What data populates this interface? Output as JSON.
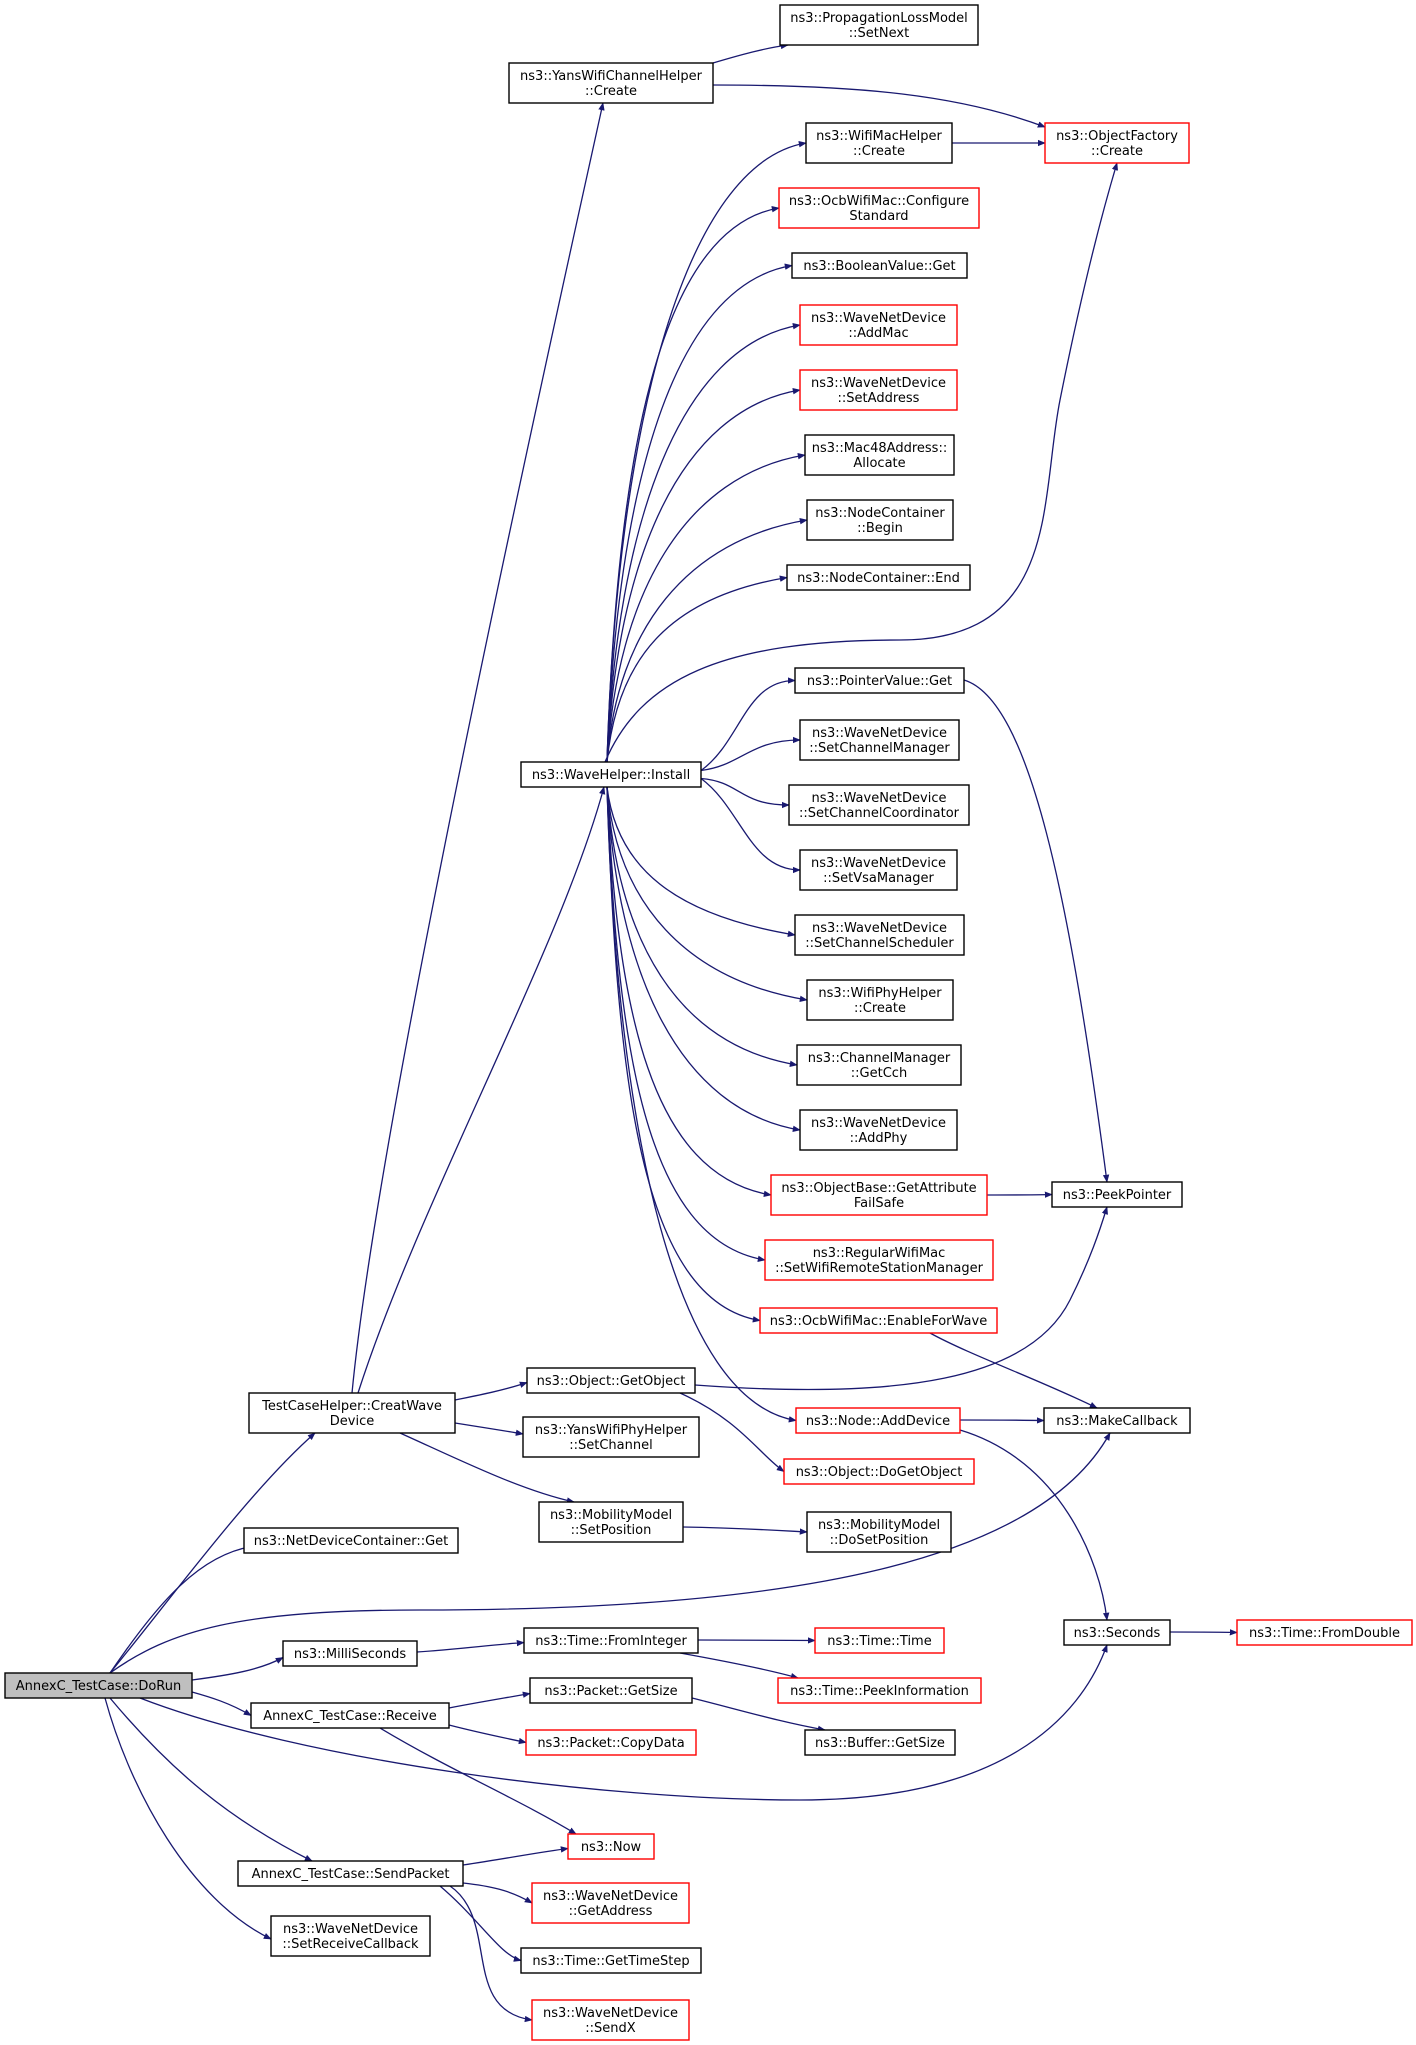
{
  "colors": {
    "edge": "#191970",
    "border_default": "#000000",
    "border_undocumented": "#ff0000",
    "root_fill": "#bfbfbf",
    "background": "#ffffff"
  },
  "nodes": [
    {
      "id": "doRun",
      "lines": [
        "AnnexC_TestCase::DoRun"
      ],
      "style": "root"
    },
    {
      "id": "creatWave",
      "lines": [
        "TestCaseHelper::CreatWave",
        "Device"
      ],
      "style": "default"
    },
    {
      "id": "ndcGet",
      "lines": [
        "ns3::NetDeviceContainer::Get"
      ],
      "style": "default"
    },
    {
      "id": "milli",
      "lines": [
        "ns3::MilliSeconds"
      ],
      "style": "default"
    },
    {
      "id": "receive",
      "lines": [
        "AnnexC_TestCase::Receive"
      ],
      "style": "default"
    },
    {
      "id": "sendPacket",
      "lines": [
        "AnnexC_TestCase::SendPacket"
      ],
      "style": "default"
    },
    {
      "id": "setRecvCb",
      "lines": [
        "ns3::WaveNetDevice",
        "::SetReceiveCallback"
      ],
      "style": "default"
    },
    {
      "id": "yansChCreate",
      "lines": [
        "ns3::YansWifiChannelHelper",
        "::Create"
      ],
      "style": "default"
    },
    {
      "id": "propSetNext",
      "lines": [
        "ns3::PropagationLossModel",
        "::SetNext"
      ],
      "style": "default"
    },
    {
      "id": "objFactoryCreate",
      "lines": [
        "ns3::ObjectFactory",
        "::Create"
      ],
      "style": "undocumented"
    },
    {
      "id": "waveInstall",
      "lines": [
        "ns3::WaveHelper::Install"
      ],
      "style": "default"
    },
    {
      "id": "wifiMacCreate",
      "lines": [
        "ns3::WifiMacHelper",
        "::Create"
      ],
      "style": "default"
    },
    {
      "id": "ocbConfigure",
      "lines": [
        "ns3::OcbWifiMac::Configure",
        "Standard"
      ],
      "style": "undocumented"
    },
    {
      "id": "boolGet",
      "lines": [
        "ns3::BooleanValue::Get"
      ],
      "style": "default"
    },
    {
      "id": "addMac",
      "lines": [
        "ns3::WaveNetDevice",
        "::AddMac"
      ],
      "style": "undocumented"
    },
    {
      "id": "setAddress",
      "lines": [
        "ns3::WaveNetDevice",
        "::SetAddress"
      ],
      "style": "undocumented"
    },
    {
      "id": "macAllocate",
      "lines": [
        "ns3::Mac48Address::",
        "Allocate"
      ],
      "style": "default"
    },
    {
      "id": "ncBegin",
      "lines": [
        "ns3::NodeContainer",
        "::Begin"
      ],
      "style": "default"
    },
    {
      "id": "ncEnd",
      "lines": [
        "ns3::NodeContainer::End"
      ],
      "style": "default"
    },
    {
      "id": "pointerGet",
      "lines": [
        "ns3::PointerValue::Get"
      ],
      "style": "default"
    },
    {
      "id": "setChMgr",
      "lines": [
        "ns3::WaveNetDevice",
        "::SetChannelManager"
      ],
      "style": "default"
    },
    {
      "id": "setChCoord",
      "lines": [
        "ns3::WaveNetDevice",
        "::SetChannelCoordinator"
      ],
      "style": "default"
    },
    {
      "id": "setVsa",
      "lines": [
        "ns3::WaveNetDevice",
        "::SetVsaManager"
      ],
      "style": "default"
    },
    {
      "id": "setChSched",
      "lines": [
        "ns3::WaveNetDevice",
        "::SetChannelScheduler"
      ],
      "style": "default"
    },
    {
      "id": "wifiPhyCreate",
      "lines": [
        "ns3::WifiPhyHelper",
        "::Create"
      ],
      "style": "default"
    },
    {
      "id": "getCch",
      "lines": [
        "ns3::ChannelManager",
        "::GetCch"
      ],
      "style": "default"
    },
    {
      "id": "addPhy",
      "lines": [
        "ns3::WaveNetDevice",
        "::AddPhy"
      ],
      "style": "default"
    },
    {
      "id": "getAttrFailSafe",
      "lines": [
        "ns3::ObjectBase::GetAttribute",
        "FailSafe"
      ],
      "style": "undocumented"
    },
    {
      "id": "setRemoteMgr",
      "lines": [
        "ns3::RegularWifiMac",
        "::SetWifiRemoteStationManager"
      ],
      "style": "undocumented"
    },
    {
      "id": "enableForWave",
      "lines": [
        "ns3::OcbWifiMac::EnableForWave"
      ],
      "style": "undocumented"
    },
    {
      "id": "peekPointer",
      "lines": [
        "ns3::PeekPointer"
      ],
      "style": "default"
    },
    {
      "id": "getObject",
      "lines": [
        "ns3::Object::GetObject"
      ],
      "style": "default"
    },
    {
      "id": "yansPhySetCh",
      "lines": [
        "ns3::YansWifiPhyHelper",
        "::SetChannel"
      ],
      "style": "default"
    },
    {
      "id": "mobSetPos",
      "lines": [
        "ns3::MobilityModel",
        "::SetPosition"
      ],
      "style": "default"
    },
    {
      "id": "nodeAddDevice",
      "lines": [
        "ns3::Node::AddDevice"
      ],
      "style": "undocumented"
    },
    {
      "id": "makeCallback",
      "lines": [
        "ns3::MakeCallback"
      ],
      "style": "default"
    },
    {
      "id": "doGetObject",
      "lines": [
        "ns3::Object::DoGetObject"
      ],
      "style": "undocumented"
    },
    {
      "id": "mobDoSetPos",
      "lines": [
        "ns3::MobilityModel",
        "::DoSetPosition"
      ],
      "style": "default"
    },
    {
      "id": "seconds",
      "lines": [
        "ns3::Seconds"
      ],
      "style": "default"
    },
    {
      "id": "fromDouble",
      "lines": [
        "ns3::Time::FromDouble"
      ],
      "style": "undocumented"
    },
    {
      "id": "fromInteger",
      "lines": [
        "ns3::Time::FromInteger"
      ],
      "style": "default"
    },
    {
      "id": "timeTime",
      "lines": [
        "ns3::Time::Time"
      ],
      "style": "undocumented"
    },
    {
      "id": "peekInfo",
      "lines": [
        "ns3::Time::PeekInformation"
      ],
      "style": "undocumented"
    },
    {
      "id": "pktGetSize",
      "lines": [
        "ns3::Packet::GetSize"
      ],
      "style": "default"
    },
    {
      "id": "pktCopyData",
      "lines": [
        "ns3::Packet::CopyData"
      ],
      "style": "undocumented"
    },
    {
      "id": "bufGetSize",
      "lines": [
        "ns3::Buffer::GetSize"
      ],
      "style": "default"
    },
    {
      "id": "now",
      "lines": [
        "ns3::Now"
      ],
      "style": "undocumented"
    },
    {
      "id": "waveGetAddress",
      "lines": [
        "ns3::WaveNetDevice",
        "::GetAddress"
      ],
      "style": "undocumented"
    },
    {
      "id": "getTimeStep",
      "lines": [
        "ns3::Time::GetTimeStep"
      ],
      "style": "default"
    },
    {
      "id": "sendX",
      "lines": [
        "ns3::WaveNetDevice",
        "::SendX"
      ],
      "style": "undocumented"
    }
  ],
  "edges": [
    [
      "doRun",
      "creatWave"
    ],
    [
      "doRun",
      "ndcGet"
    ],
    [
      "doRun",
      "makeCallback"
    ],
    [
      "doRun",
      "milli"
    ],
    [
      "doRun",
      "receive"
    ],
    [
      "doRun",
      "seconds"
    ],
    [
      "doRun",
      "sendPacket"
    ],
    [
      "doRun",
      "setRecvCb"
    ],
    [
      "creatWave",
      "yansChCreate"
    ],
    [
      "creatWave",
      "waveInstall"
    ],
    [
      "creatWave",
      "getObject"
    ],
    [
      "creatWave",
      "yansPhySetCh"
    ],
    [
      "creatWave",
      "mobSetPos"
    ],
    [
      "yansChCreate",
      "propSetNext"
    ],
    [
      "yansChCreate",
      "objFactoryCreate"
    ],
    [
      "waveInstall",
      "wifiMacCreate"
    ],
    [
      "waveInstall",
      "ocbConfigure"
    ],
    [
      "waveInstall",
      "boolGet"
    ],
    [
      "waveInstall",
      "addMac"
    ],
    [
      "waveInstall",
      "setAddress"
    ],
    [
      "waveInstall",
      "macAllocate"
    ],
    [
      "waveInstall",
      "ncBegin"
    ],
    [
      "waveInstall",
      "ncEnd"
    ],
    [
      "waveInstall",
      "objFactoryCreate"
    ],
    [
      "waveInstall",
      "pointerGet"
    ],
    [
      "waveInstall",
      "setChMgr"
    ],
    [
      "waveInstall",
      "setChCoord"
    ],
    [
      "waveInstall",
      "setVsa"
    ],
    [
      "waveInstall",
      "setChSched"
    ],
    [
      "waveInstall",
      "wifiPhyCreate"
    ],
    [
      "waveInstall",
      "getCch"
    ],
    [
      "waveInstall",
      "addPhy"
    ],
    [
      "waveInstall",
      "getAttrFailSafe"
    ],
    [
      "waveInstall",
      "setRemoteMgr"
    ],
    [
      "waveInstall",
      "enableForWave"
    ],
    [
      "waveInstall",
      "nodeAddDevice"
    ],
    [
      "wifiMacCreate",
      "objFactoryCreate"
    ],
    [
      "pointerGet",
      "peekPointer"
    ],
    [
      "getAttrFailSafe",
      "peekPointer"
    ],
    [
      "enableForWave",
      "makeCallback"
    ],
    [
      "getObject",
      "peekPointer"
    ],
    [
      "getObject",
      "doGetObject"
    ],
    [
      "mobSetPos",
      "mobDoSetPos"
    ],
    [
      "nodeAddDevice",
      "makeCallback"
    ],
    [
      "nodeAddDevice",
      "seconds"
    ],
    [
      "seconds",
      "fromDouble"
    ],
    [
      "milli",
      "fromInteger"
    ],
    [
      "fromInteger",
      "timeTime"
    ],
    [
      "fromInteger",
      "peekInfo"
    ],
    [
      "receive",
      "pktGetSize"
    ],
    [
      "receive",
      "pktCopyData"
    ],
    [
      "receive",
      "now"
    ],
    [
      "pktGetSize",
      "bufGetSize"
    ],
    [
      "sendPacket",
      "now"
    ],
    [
      "sendPacket",
      "waveGetAddress"
    ],
    [
      "sendPacket",
      "getTimeStep"
    ],
    [
      "sendPacket",
      "sendX"
    ]
  ]
}
